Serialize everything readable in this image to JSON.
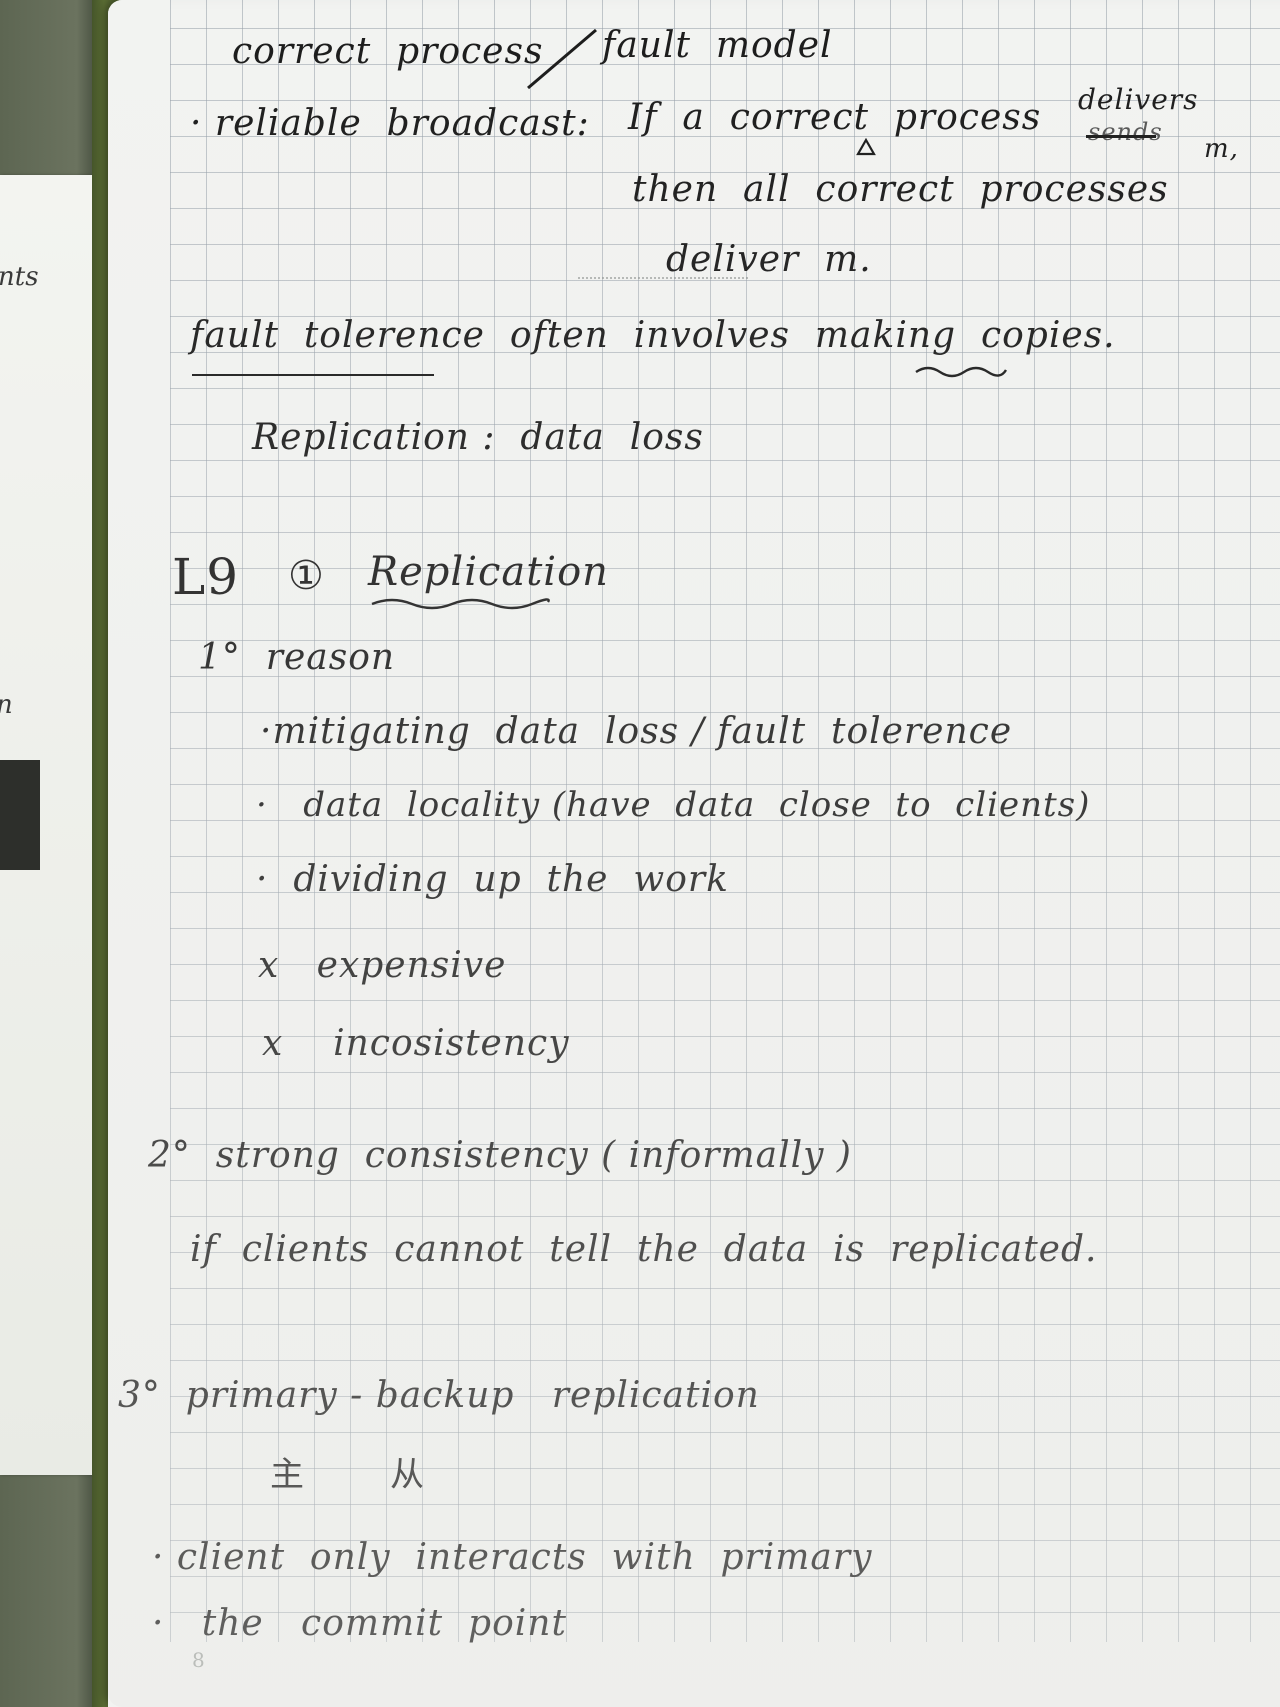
{
  "background": {
    "left_page_fragment_1": "nts",
    "left_page_fragment_2": "n"
  },
  "notes": {
    "page_number": "8",
    "line1_left": "correct  process",
    "line1_right": "fault  model",
    "line2_bullet": "· reliable  broadcast:",
    "line2_text": "If  a  correct  process",
    "line2_delivers": "delivers",
    "line2_sends": "sends",
    "line2_m": "m,",
    "line3": "then  all  correct  processes",
    "line4": "deliver  m.",
    "line5": "fault  tolerence  often  involves  making  copies.",
    "line6": "Replication :  data  loss",
    "heading_lecture": "L9",
    "heading_num": "①",
    "heading_title": "Replication",
    "reason_head": "1°  reason",
    "reason_1": "·mitigating  data  loss / fault  tolerence",
    "reason_2": "·   data  locality (have  data  close  to  clients)",
    "reason_3": "·  dividing  up  the  work",
    "con_1": "x   expensive",
    "con_2": "x    incosistency",
    "strong_head": "2°  strong  consistency ( informally )",
    "strong_def": "if  clients  cannot  tell  the  data  is  replicated.",
    "pb_head": "3°  primary - backup   replication",
    "pb_cn_primary": "主",
    "pb_cn_backup": "从",
    "pb_1": "· client  only  interacts  with  primary",
    "pb_2": "·   the   commit  point"
  },
  "colors": {
    "ink": "#1b1b1b",
    "paper": "#f2f3f1",
    "grid": "#969ea8",
    "cover": "#5a6c33"
  }
}
